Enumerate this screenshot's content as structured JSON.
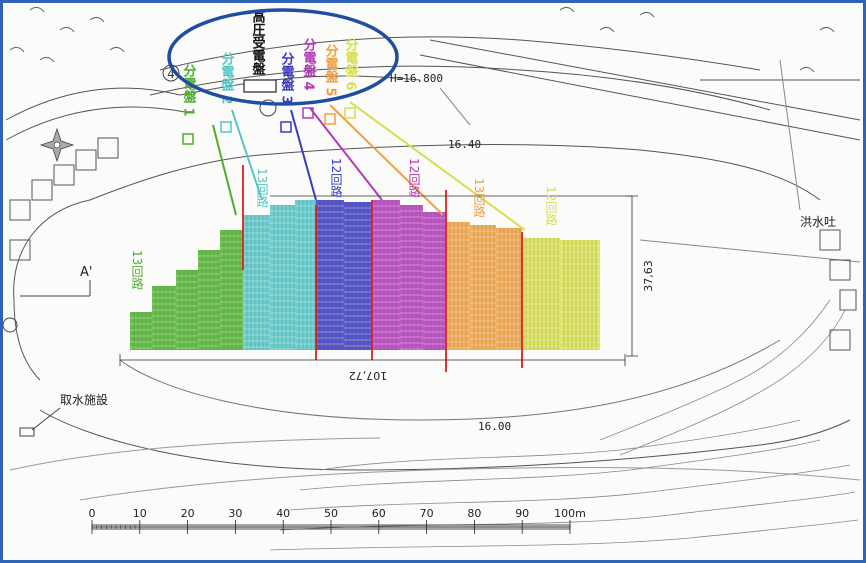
{
  "colors": {
    "frame": "#2f63b6",
    "group1": "#4caf2c",
    "group2": "#55c6c6",
    "group3": "#3a3ac0",
    "group4": "#b23ab8",
    "group5": "#f0a040",
    "group6": "#d6df4a",
    "divider": "#e02020",
    "highlight": "#1f4ea0"
  },
  "receiving_panel": "高圧受電盤",
  "distribution_boards": [
    {
      "id": 1,
      "label": "分電盤 1",
      "color": "#4caf2c"
    },
    {
      "id": 2,
      "label": "分電盤 2",
      "color": "#55c6c6"
    },
    {
      "id": 3,
      "label": "分電盤 3",
      "color": "#3a3ac0"
    },
    {
      "id": 4,
      "label": "分電盤 4",
      "color": "#b23ab8"
    },
    {
      "id": 5,
      "label": "分電盤 5",
      "color": "#f0a040"
    },
    {
      "id": 6,
      "label": "分電盤 6",
      "color": "#d6df4a"
    }
  ],
  "circuits": [
    {
      "label": "13回路",
      "color": "#4caf2c"
    },
    {
      "label": "13回路",
      "color": "#55c6c6"
    },
    {
      "label": "12回路",
      "color": "#3a3ac0"
    },
    {
      "label": "12回路",
      "color": "#b23ab8"
    },
    {
      "label": "13回路",
      "color": "#f0a040"
    },
    {
      "label": "12回路",
      "color": "#d6df4a"
    }
  ],
  "dimensions": {
    "width": "107,72",
    "height": "37,63"
  },
  "elevations": {
    "h_label": "H=16.800",
    "e1": "16.40",
    "e2": "16.00"
  },
  "place_labels": {
    "intake": "取水施設",
    "spillway": "洪水吐",
    "section": "A'",
    "marker_4": "4"
  },
  "scale_bar": {
    "ticks": [
      "0",
      "10",
      "20",
      "30",
      "40",
      "50",
      "60",
      "70",
      "80",
      "90",
      "100m"
    ]
  }
}
